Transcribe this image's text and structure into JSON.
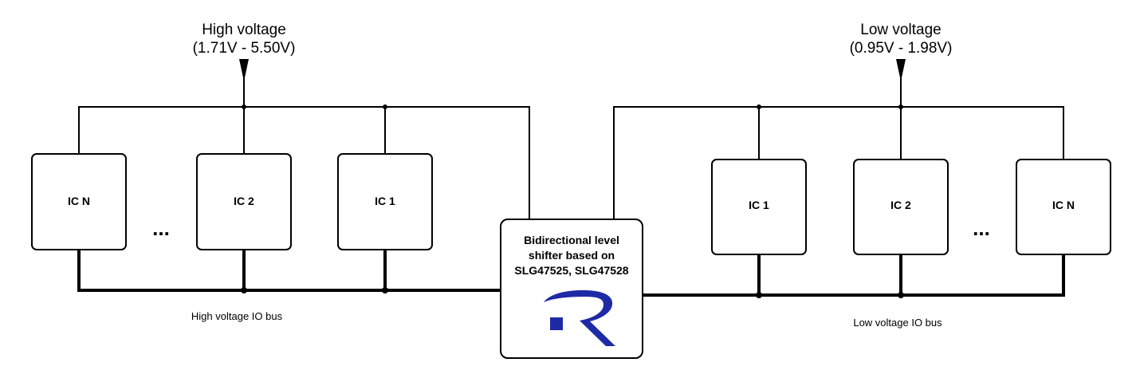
{
  "left": {
    "supply_title": "High voltage",
    "supply_range": "(1.71V - 5.50V)",
    "bus_label": "High voltage IO bus",
    "ics": [
      "IC N",
      "IC 2",
      "IC 1"
    ],
    "ellipsis": "..."
  },
  "right": {
    "supply_title": "Low voltage",
    "supply_range": "(0.95V - 1.98V)",
    "bus_label": "Low voltage IO bus",
    "ics": [
      "IC 1",
      "IC 2",
      "IC N"
    ],
    "ellipsis": "..."
  },
  "shifter": {
    "lines": [
      "Bidirectional level",
      "shifter based on",
      "SLG47525, SLG47528"
    ],
    "logo": "renesas-r-logo"
  },
  "colors": {
    "logo": "#1f2aa6",
    "line": "#000000"
  }
}
